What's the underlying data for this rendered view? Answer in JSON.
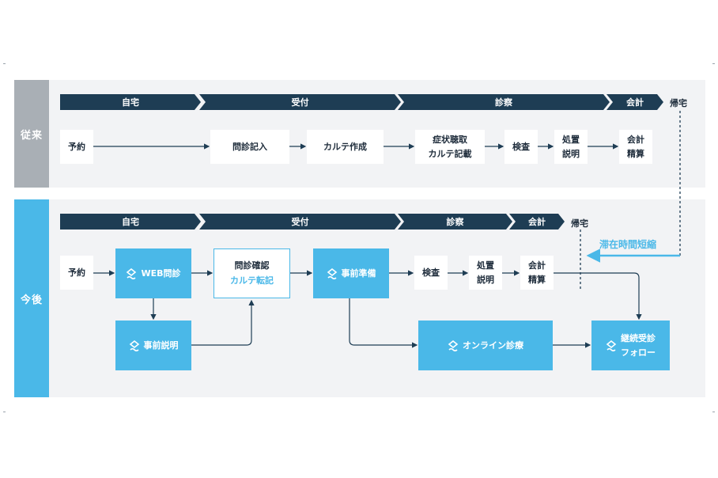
{
  "rows": {
    "legacy": {
      "label": "従来",
      "phases": [
        "自宅",
        "受付",
        "診察",
        "会計"
      ],
      "end_label": "帰宅",
      "steps": {
        "reserve": "予約",
        "questionnaire": "問診記入",
        "chart": "カルテ作成",
        "exam_line1": "症状聴取",
        "exam_line2": "カルテ記載",
        "test": "検査",
        "treat_line1": "処置",
        "treat_line2": "説明",
        "pay_line1": "会計",
        "pay_line2": "精算"
      }
    },
    "now": {
      "label": "今後",
      "phases": [
        "自宅",
        "受付",
        "診察",
        "会計"
      ],
      "end_label": "帰宅",
      "steps": {
        "reserve": "予約",
        "web": "WEB問診",
        "pre_explain": "事前説明",
        "confirm_line1": "問診確認",
        "confirm_line2": "カルテ転記",
        "prep": "事前準備",
        "test": "検査",
        "treat_line1": "処置",
        "treat_line2": "説明",
        "pay_line1": "会計",
        "pay_line2": "精算",
        "online": "オンライン診療",
        "follow_line1": "継続受診",
        "follow_line2": "フォロー"
      },
      "highlight": "滞在時間短縮"
    }
  },
  "colors": {
    "navy": "#1e3d54",
    "accent_blue": "#4ab8e8",
    "gray_label": "#a9afb5",
    "row_background": "#f2f3f5"
  },
  "icons": [
    "service-logo-icon"
  ]
}
